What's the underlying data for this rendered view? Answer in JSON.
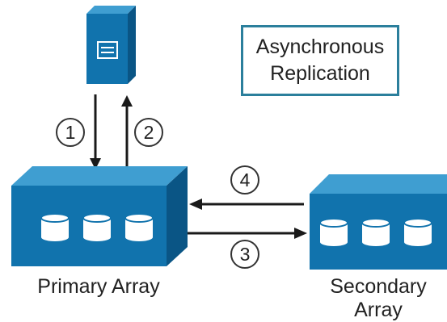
{
  "title": {
    "line1": "Asynchronous",
    "line2": "Replication"
  },
  "nodes": {
    "server": {
      "icon": "server-icon"
    },
    "primary": {
      "label": "Primary Array",
      "icon": "storage-array-icon"
    },
    "secondary": {
      "label_line1": "Secondary",
      "label_line2": "Array",
      "icon": "storage-array-icon"
    }
  },
  "steps": [
    {
      "number": "1",
      "from": "server",
      "to": "primary"
    },
    {
      "number": "2",
      "from": "primary",
      "to": "server"
    },
    {
      "number": "3",
      "from": "primary",
      "to": "secondary"
    },
    {
      "number": "4",
      "from": "secondary",
      "to": "primary"
    }
  ],
  "colors": {
    "device_front": "#1173ad",
    "device_top": "#3f9ed1",
    "device_side": "#0a5585",
    "disk": "#ffffff",
    "arrow": "#1a1a1a",
    "title_border": "#2b7f9c"
  }
}
